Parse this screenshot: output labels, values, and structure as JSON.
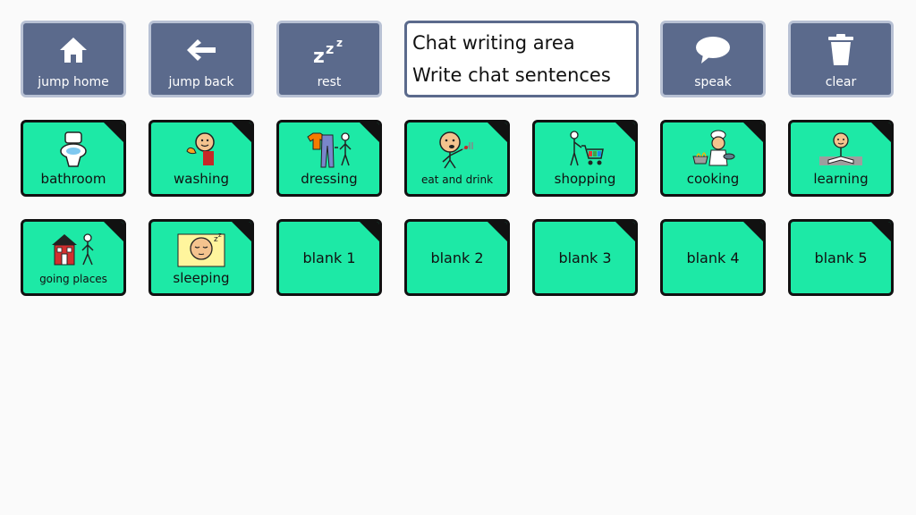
{
  "colors": {
    "control_bg": "#5b6a8c",
    "control_border": "#b8c1d4",
    "category_bg": "#1de9a6",
    "category_border": "#111111",
    "background": "#fafafa"
  },
  "controls": {
    "jump_home": {
      "label": "jump home",
      "icon": "house-icon"
    },
    "jump_back": {
      "label": "jump back",
      "icon": "arrow-left-icon"
    },
    "rest": {
      "label": "rest",
      "icon": "zzz-icon"
    },
    "speak": {
      "label": "speak",
      "icon": "speech-bubble-icon"
    },
    "clear": {
      "label": "clear",
      "icon": "trash-icon"
    }
  },
  "chat": {
    "line1": "Chat writing area",
    "line2": "Write chat sentences"
  },
  "categories": [
    {
      "label": "bathroom",
      "icon": "toilet-icon"
    },
    {
      "label": "washing",
      "icon": "washing-icon"
    },
    {
      "label": "dressing",
      "icon": "clothes-icon"
    },
    {
      "label": "eat and drink",
      "icon": "eating-icon"
    },
    {
      "label": "shopping",
      "icon": "shopping-cart-icon"
    },
    {
      "label": "cooking",
      "icon": "chef-icon"
    },
    {
      "label": "learning",
      "icon": "book-icon"
    },
    {
      "label": "going places",
      "icon": "house-walk-icon"
    },
    {
      "label": "sleeping",
      "icon": "sleeping-face-icon"
    },
    {
      "label": "blank 1"
    },
    {
      "label": "blank 2"
    },
    {
      "label": "blank 3"
    },
    {
      "label": "blank 4"
    },
    {
      "label": "blank 5"
    }
  ]
}
